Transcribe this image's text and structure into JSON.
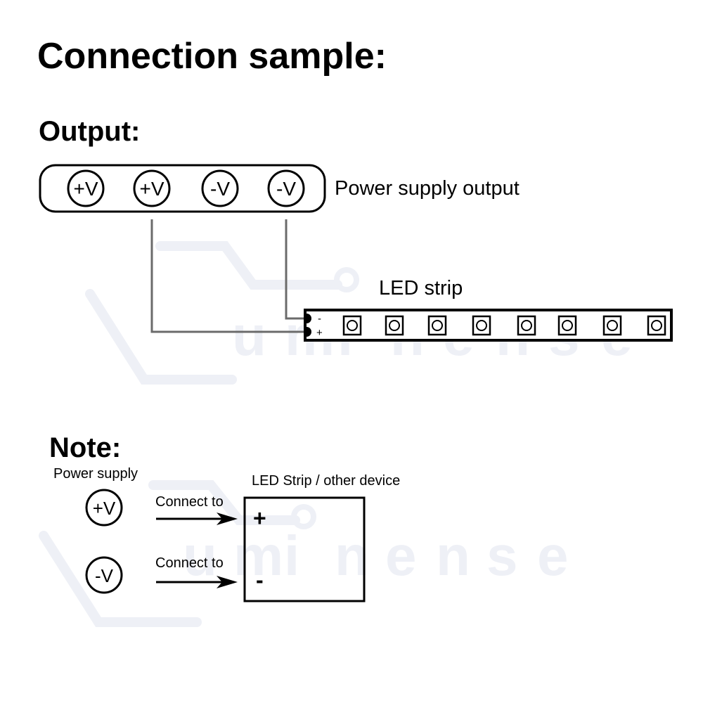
{
  "title": "Connection sample:",
  "output": {
    "heading": "Output:",
    "terminals": [
      "+V",
      "+V",
      "-V",
      "-V"
    ],
    "label": "Power supply output"
  },
  "led_strip": {
    "label": "LED strip",
    "pad_labels": {
      "negative": "-",
      "positive": "+"
    },
    "led_count": 8
  },
  "wiring": [
    {
      "from_terminal": "+V",
      "to_pad": "+"
    },
    {
      "from_terminal": "-V",
      "to_pad": "-"
    }
  ],
  "note": {
    "heading": "Note:",
    "power_supply_label": "Power supply",
    "device_label": "LED Strip / other device",
    "connections": [
      {
        "terminal": "+V",
        "text": "Connect to",
        "device_pin": "+"
      },
      {
        "terminal": "-V",
        "text": "Connect to",
        "device_pin": "-"
      }
    ]
  },
  "watermark": {
    "text": "Luminense",
    "letters": [
      "u",
      "m",
      "i",
      "n",
      "e",
      "n",
      "s",
      "e"
    ]
  },
  "colors": {
    "ink": "#000000",
    "wire": "#6b6b6b",
    "watermark": "#eef0f6",
    "background": "#ffffff"
  }
}
